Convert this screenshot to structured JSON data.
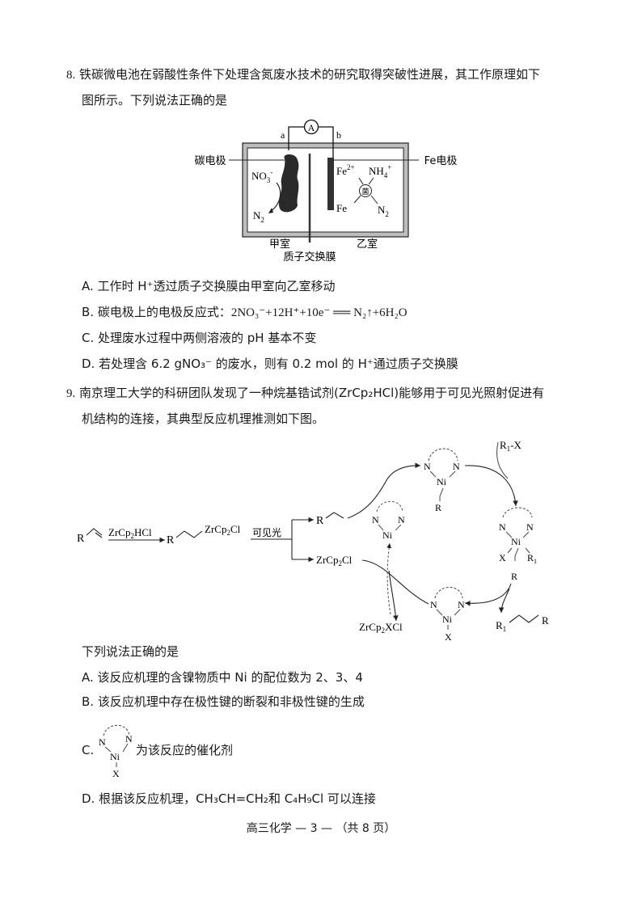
{
  "q8": {
    "number": "8.",
    "stem_line1": "铁碳微电池在弱酸性条件下处理含氮废水技术的研究取得突破性进展，其工作原理如下",
    "stem_line2": "图所示。下列说法正确的是",
    "diagram": {
      "ammeter": "A",
      "terminal_a": "a",
      "terminal_b": "b",
      "left_electrode_label": "碳电极",
      "right_electrode_label": "Fe电极",
      "left_chamber": "甲室",
      "right_chamber": "乙室",
      "membrane": "质子交换膜",
      "bacteria": "菌",
      "species_left": [
        "NO3-",
        "N2"
      ],
      "species_right": [
        "Fe2+",
        "NH4+",
        "Fe",
        "N2"
      ]
    },
    "options": {
      "A": "A. 工作时 H⁺透过质子交换膜由甲室向乙室移动",
      "B_prefix": "B. 碳电极上的电极反应式：",
      "B_eq": "2NO₃⁻+12H⁺+10e⁻ ══ N₂↑+6H₂O",
      "C": "C. 处理废水过程中两侧溶液的 pH 基本不变",
      "D": "D. 若处理含 6.2 gNO₃⁻ 的废水，则有 0.2 mol 的 H⁺通过质子交换膜"
    }
  },
  "q9": {
    "number": "9.",
    "stem_line1": "南京理工大学的科研团队发现了一种烷基锆试剂(ZrCp₂HCl)能够用于可见光照射促进有",
    "stem_line2": "机结构的连接，其典型反应机理推测如下图。",
    "mechanism": {
      "reagent1": "ZrCp₂HCl",
      "intermediate": "ZrCp₂Cl",
      "condition": "可见光",
      "zr_radical": "ZrCp₂Cl",
      "byproduct": "ZrCp₂XCl",
      "r1x": "R₁-X",
      "product": "R₁⁄⁄R"
    },
    "prompt": "下列说法正确的是",
    "options": {
      "A": "A. 该反应机理的含镍物质中 Ni 的配位数为 2、3、4",
      "B": "B. 该反应机理中存在极性键的断裂和非极性键的生成",
      "C_prefix": "C.",
      "C_suffix": "为该反应的催化剂",
      "D": "D. 根据该反应机理，CH₃CH=CH₂和 C₄H₉Cl 可以连接"
    }
  },
  "footer": "高三化学 — 3 —  （共 8 页）"
}
